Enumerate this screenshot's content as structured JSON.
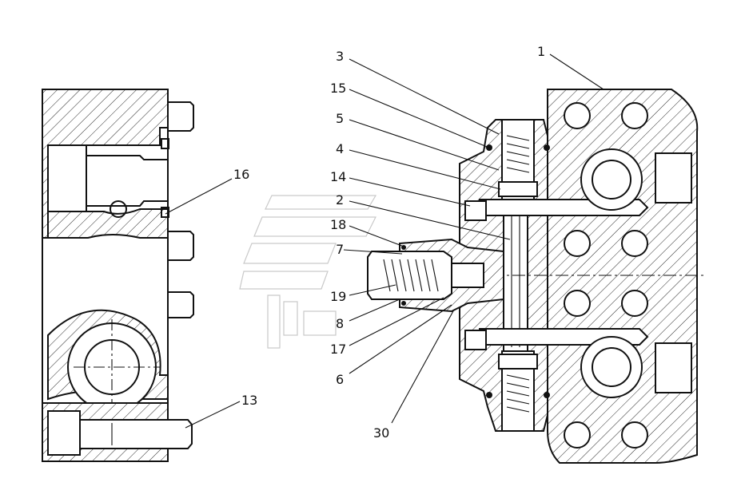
{
  "callouts": [
    {
      "id": "1",
      "text": "1"
    },
    {
      "id": "2",
      "text": "2"
    },
    {
      "id": "3",
      "text": "3"
    },
    {
      "id": "4",
      "text": "4"
    },
    {
      "id": "5",
      "text": "5"
    },
    {
      "id": "6",
      "text": "6"
    },
    {
      "id": "7",
      "text": "7"
    },
    {
      "id": "8",
      "text": "8"
    },
    {
      "id": "13",
      "text": "13"
    },
    {
      "id": "14",
      "text": "14"
    },
    {
      "id": "15",
      "text": "15"
    },
    {
      "id": "16",
      "text": "16"
    },
    {
      "id": "17",
      "text": "17"
    },
    {
      "id": "18",
      "text": "18"
    },
    {
      "id": "19",
      "text": "19"
    },
    {
      "id": "30",
      "text": "30"
    }
  ],
  "colors": {
    "line": "#111111",
    "background": "#ffffff",
    "watermark": "#c9c9c9"
  }
}
